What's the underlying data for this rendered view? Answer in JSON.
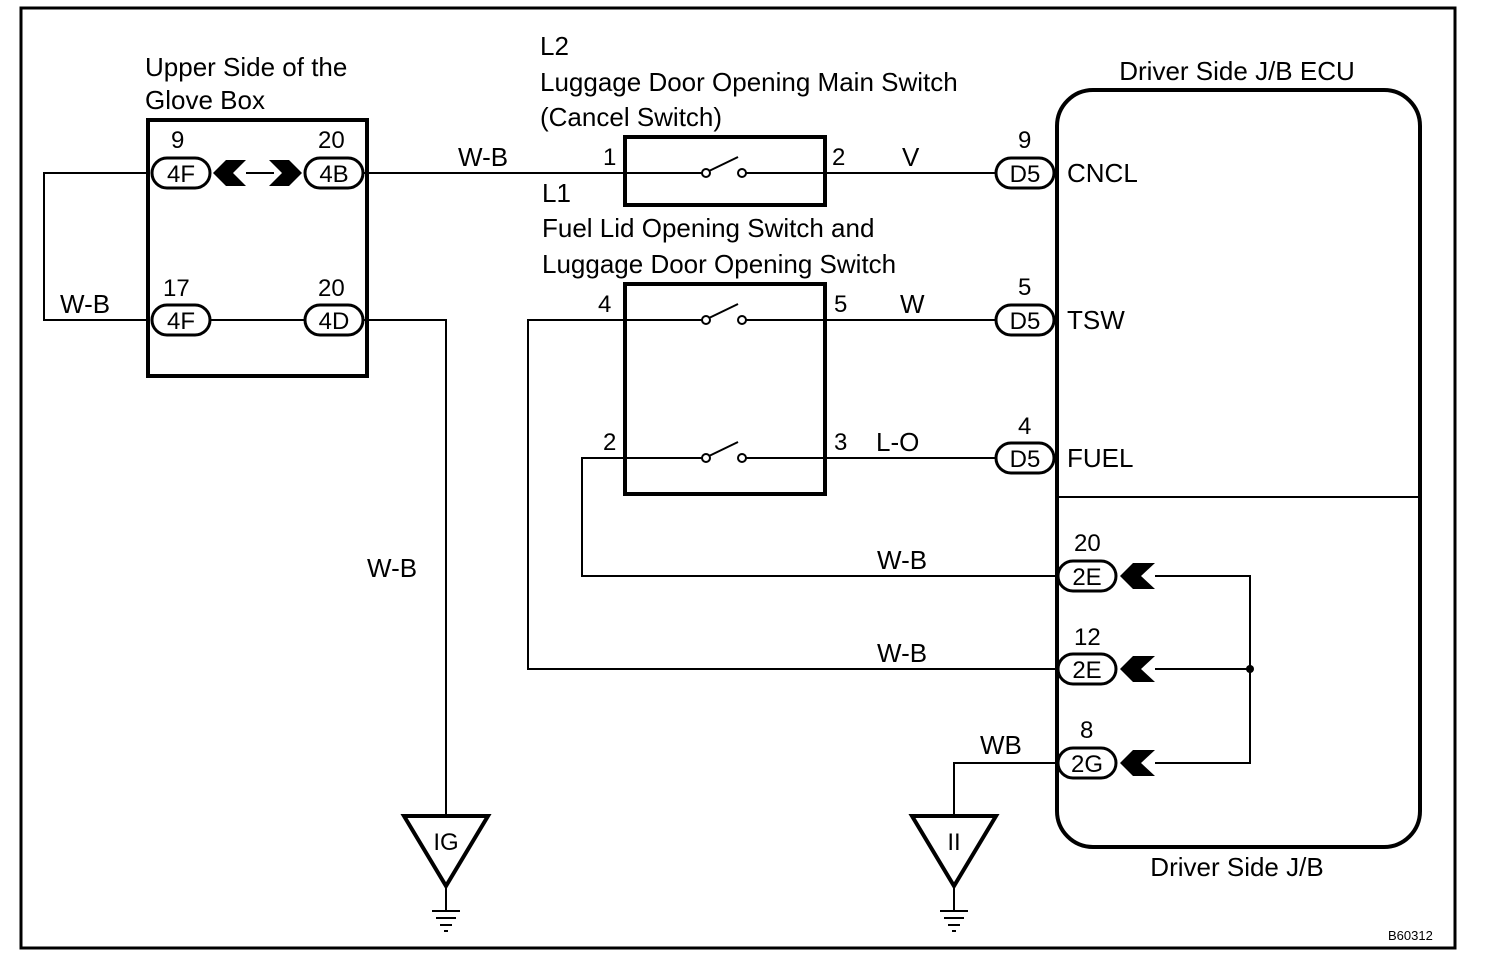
{
  "labels": {
    "glove_box_line1": "Upper Side of the",
    "glove_box_line2": "Glove Box",
    "l2_id": "L2",
    "l2_line1": "Luggage Door Opening Main Switch",
    "l2_line2": "(Cancel Switch)",
    "l1_id": "L1",
    "l1_line1": "Fuel Lid Opening Switch and",
    "l1_line2": "Luggage Door Opening Switch",
    "ecu_title": "Driver Side J/B ECU",
    "jb_title": "Driver Side J/B",
    "figure_code": "B60312"
  },
  "connectors": {
    "c4f_top": {
      "pin": "9",
      "code": "4F"
    },
    "c4b": {
      "pin": "20",
      "code": "4B"
    },
    "c4f_bottom": {
      "pin": "17",
      "code": "4F"
    },
    "c4d": {
      "pin": "20",
      "code": "4D"
    },
    "d5_cncl": {
      "pin": "9",
      "code": "D5",
      "signal": "CNCL"
    },
    "d5_tsw": {
      "pin": "5",
      "code": "D5",
      "signal": "TSW"
    },
    "d5_fuel": {
      "pin": "4",
      "code": "D5",
      "signal": "FUEL"
    },
    "c2e_top": {
      "pin": "20",
      "code": "2E"
    },
    "c2e_bottom": {
      "pin": "12",
      "code": "2E"
    },
    "c2g": {
      "pin": "8",
      "code": "2G"
    }
  },
  "switch_pins": {
    "l2_in": "1",
    "l2_out": "2",
    "l1_tsw_in": "4",
    "l1_tsw_out": "5",
    "l1_fuel_in": "2",
    "l1_fuel_out": "3"
  },
  "wire_colors": {
    "glove_to_l2": "W-B",
    "left_loop": "W-B",
    "to_ground_ig": "W-B",
    "l2_to_cncl": "V",
    "l1_to_tsw": "W",
    "l1_to_fuel": "L-O",
    "to_2e_top": "W-B",
    "to_2e_bottom": "W-B",
    "to_ground_ii": "WB"
  },
  "grounds": {
    "ig": "IG",
    "ii": "II"
  }
}
